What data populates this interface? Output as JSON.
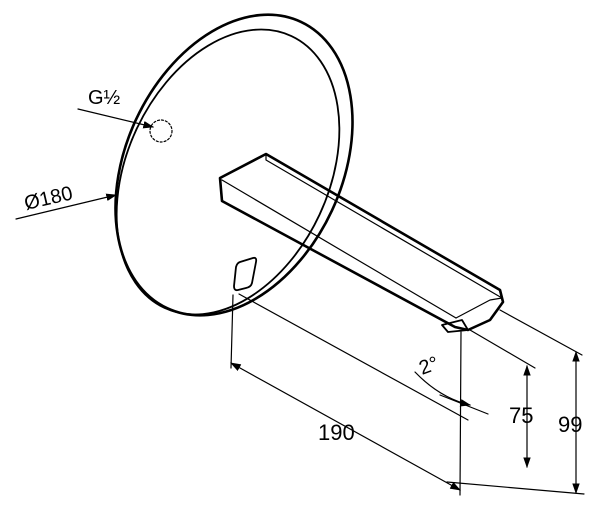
{
  "labels": {
    "thread": "G½",
    "diameter": "Ø180",
    "angle": "2°",
    "length": "190",
    "height_outlet": "75",
    "height_total": "99"
  }
}
